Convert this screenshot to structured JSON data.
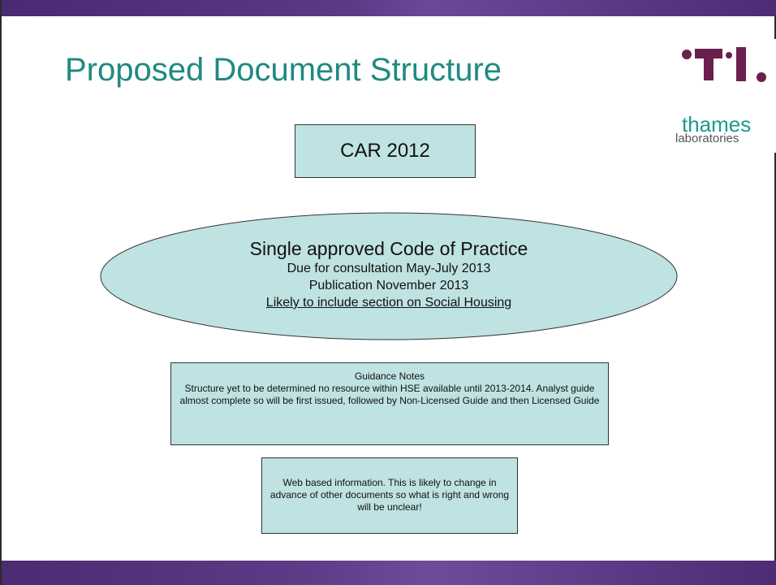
{
  "slide": {
    "title": "Proposed Document Structure",
    "logo": {
      "word": "thames",
      "sub": "laboratories"
    },
    "car_box": {
      "label": "CAR 2012"
    },
    "code_of_practice": {
      "title": "Single approved Code of Practice",
      "line1": "Due for consultation May-July 2013",
      "line2": "Publication November 2013",
      "line3": "Likely to include section on Social Housing"
    },
    "guidance": {
      "heading": "Guidance Notes",
      "body": "Structure yet to be determined no resource within HSE available until 2013-2014. Analyst guide almost complete so will be first issued, followed by Non-Licensed Guide and then Licensed Guide"
    },
    "web": {
      "body": "Web based information. This is likely to change in advance of other documents so what is right and wrong will be unclear!"
    }
  },
  "colors": {
    "title": "#1f8a80",
    "box_fill": "#bfe2e2",
    "bar": "#5b3a86",
    "logo_plum": "#6b1f4f",
    "logo_teal": "#1b9a8f"
  }
}
